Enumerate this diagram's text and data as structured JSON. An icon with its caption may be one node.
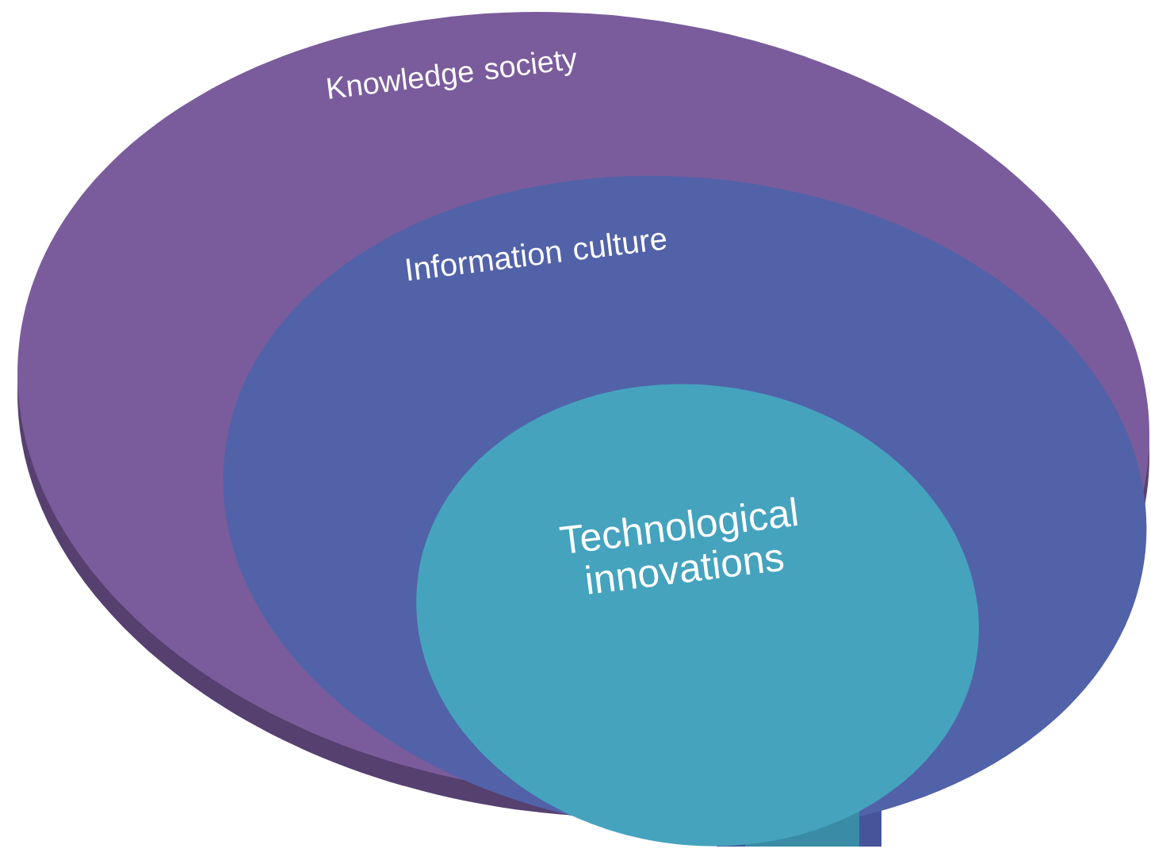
{
  "diagram": {
    "nodes": [
      {
        "text": [
          "Knowledge society"
        ]
      },
      {
        "text": [
          "Information culture"
        ],
        "in": 0
      },
      {
        "text": [
          "Technological innovations"
        ],
        "in": 1
      }
    ]
  }
}
